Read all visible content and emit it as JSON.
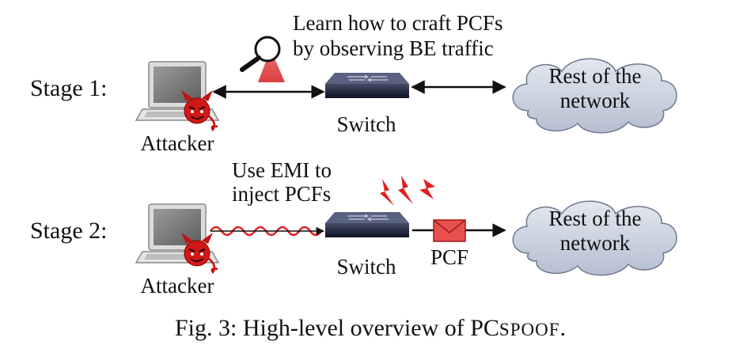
{
  "stages": [
    {
      "label": "Stage 1:",
      "attacker_label": "Attacker",
      "switch_label": "Switch",
      "cloud_label_line1": "Rest of the",
      "cloud_label_line2": "network",
      "annotation_line1": "Learn how to craft PCFs",
      "annotation_line2": "by observing BE traffic",
      "annotation_icon": "magnifier-icon"
    },
    {
      "label": "Stage 2:",
      "attacker_label": "Attacker",
      "switch_label": "Switch",
      "cloud_label_line1": "Rest of the",
      "cloud_label_line2": "network",
      "annotation_line1": "Use EMI to",
      "annotation_line2": "inject PCFs",
      "annotation_icon": "lightning-icon",
      "message_label": "PCF",
      "message_icon": "envelope-icon"
    }
  ],
  "caption": {
    "prefix": "Fig. 3: High-level overview of PC",
    "smallcaps": "SPOOF",
    "suffix": "."
  },
  "colors": {
    "emi_wave": "#e02020",
    "devil": "#c81010",
    "envelope": "#e85050",
    "cloud_fill": "#c9d2e0",
    "switch_body": "#1f2438"
  }
}
